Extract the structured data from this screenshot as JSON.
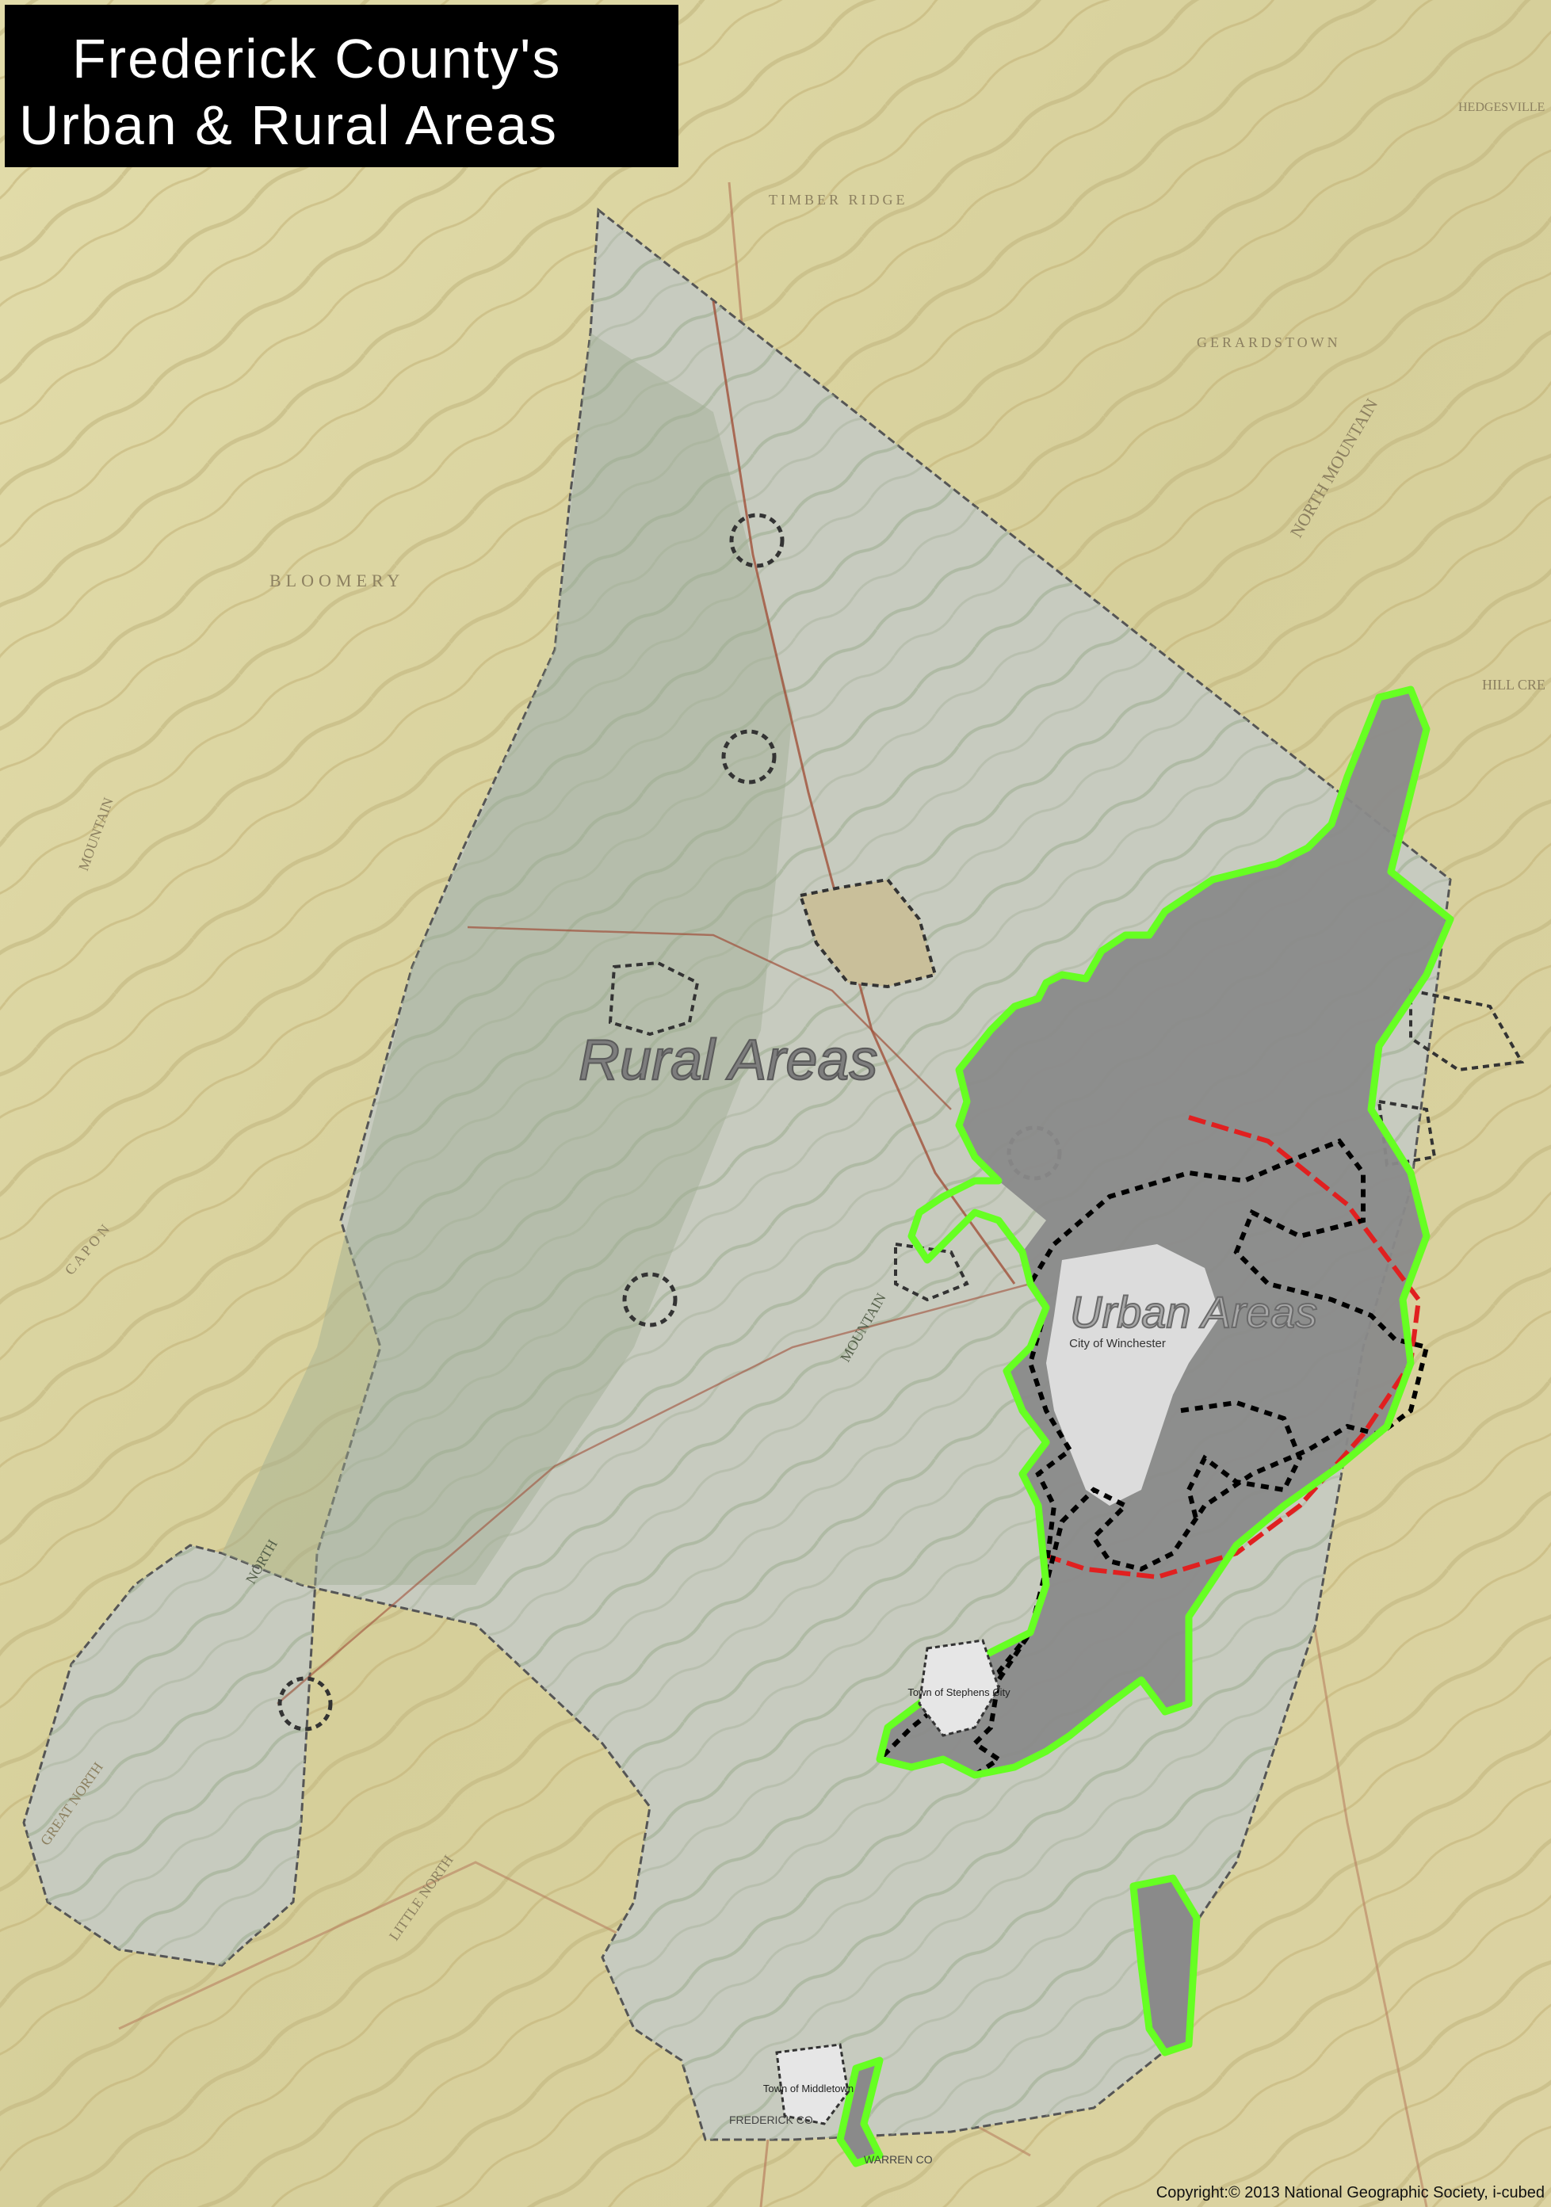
{
  "title": {
    "line1": "Frederick County's",
    "line2": "Urban & Rural Areas"
  },
  "area_labels": {
    "rural": "Rural Areas",
    "urban": "Urban Areas"
  },
  "places": {
    "city": "City of Winchester",
    "town_stephens_city": "Town of Stephens City",
    "town_middletown": "Town of Middletown"
  },
  "background_labels": {
    "bloomery": "BLOOMERY",
    "timber_ridge": "TIMBER RIDGE",
    "gerardstown": "GERARDSTOWN",
    "north_mountain": "NORTH MOUNTAIN",
    "great_north": "GREAT NORTH",
    "little_north": "LITTLE NORTH",
    "hedgesville": "HEDGESVILLE",
    "hill_creek": "HILL CRE",
    "mountain": "MOUNTAIN",
    "north": "NORTH",
    "capon": "C A P O N",
    "frederick_co": "FREDERICK CO",
    "warren_co": "WARREN CO"
  },
  "copyright": "Copyright:© 2013 National Geographic Society, i-cubed",
  "colors": {
    "title_bg": "#000000",
    "title_text": "#ffffff",
    "terrain": "#d9d2a0",
    "county_fill": "#c8cbbd",
    "urban_fill": "#8a8a8a",
    "city_fill": "#dcdcdc",
    "urban_boundary": "#66ff22",
    "sewer_boundary": "#000000",
    "road_red": "#e02020"
  }
}
